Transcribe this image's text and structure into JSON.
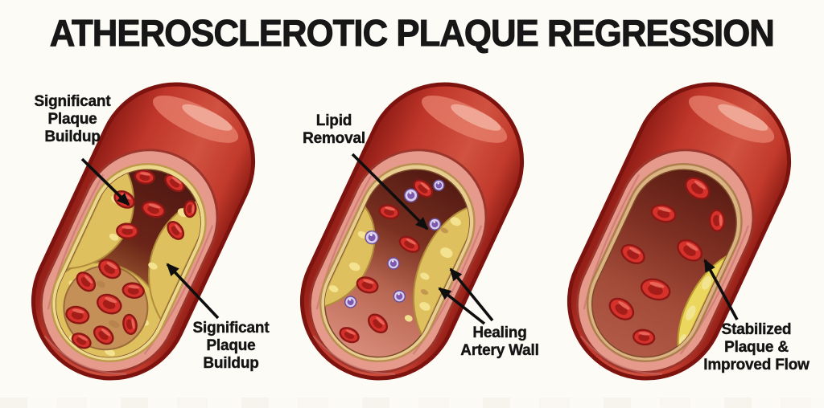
{
  "title": "ATHEROSCLEROTIC PLAQUE REGRESSION",
  "labels": {
    "stage1_top": "Significant\nPlaque\nBuildup",
    "stage1_bottom": "Significant\nPlaque\nBuildup",
    "stage2_top": "Lipid\nRemoval",
    "stage2_bottom": "Healing\nArtery Wall",
    "stage3": "Stabilized\nPlaque &\nImproved Flow"
  },
  "stages": [
    {
      "index": 1,
      "annotations": [
        "Significant Plaque Buildup",
        "Significant Plaque Buildup"
      ]
    },
    {
      "index": 2,
      "annotations": [
        "Lipid Removal",
        "Healing Artery Wall"
      ]
    },
    {
      "index": 3,
      "annotations": [
        "Stabilized Plaque & Improved Flow"
      ]
    }
  ],
  "icons": {
    "arrow": "annotation-arrow-icon"
  },
  "colors": {
    "background": "#fdfbf6",
    "title_text": "#171717",
    "label_text": "#141414",
    "arrow": "#0e0e0e",
    "artery_outer_red": "#c83a2e",
    "artery_outline": "#7c130f",
    "wall_pink": "#e59a8b",
    "lamina_tan": "#e7cd90",
    "lumen_dark_maroon": "#521a13",
    "plaque_yellow": "#dfc05e",
    "plaque_highlight": "#f3e594",
    "blood_cell_red": "#d6322b",
    "lipid_particle_purple": "#7c58ae"
  }
}
